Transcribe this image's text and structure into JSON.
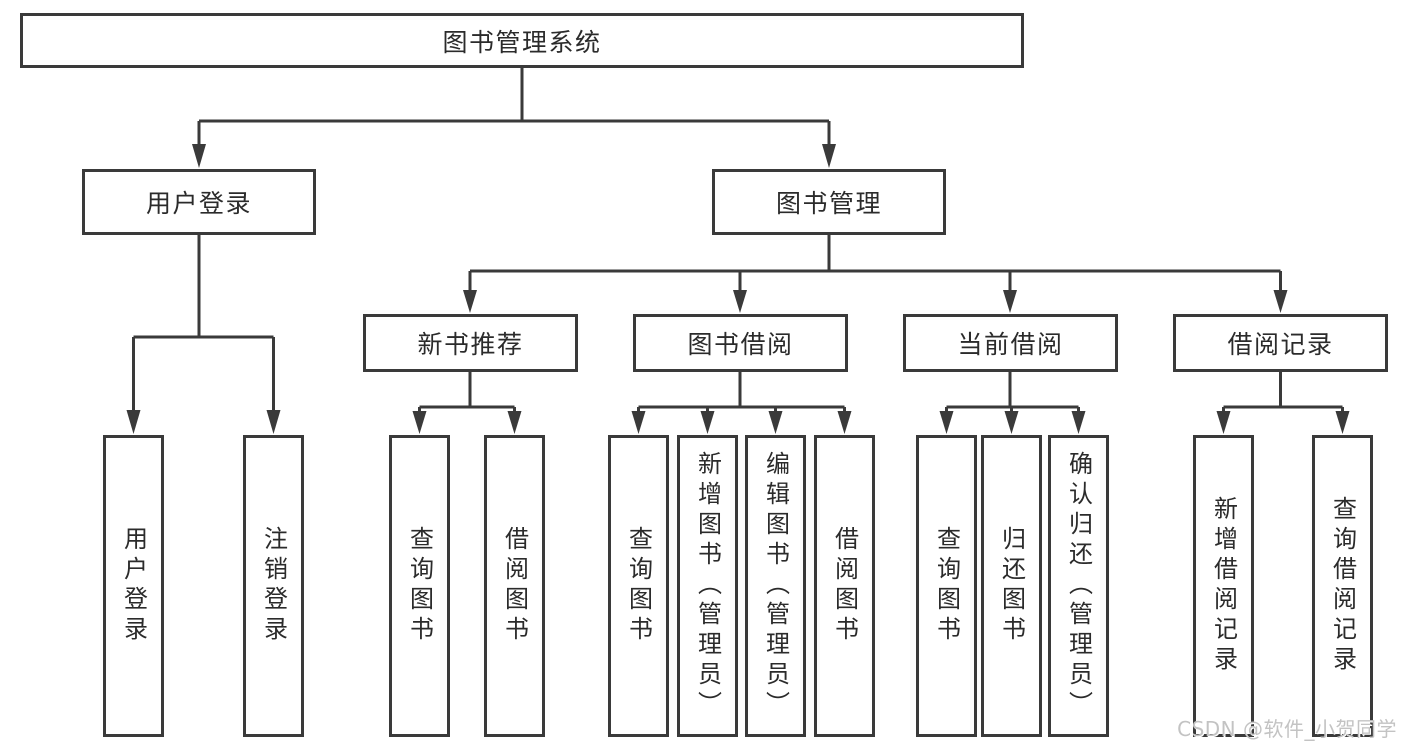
{
  "diagram": {
    "background": "#ffffff",
    "line_color": "#3a3a3a",
    "text_color": "#2b2b2b",
    "watermark": {
      "text": "CSDN @软件_小贺同学",
      "color": "#c3c3c3"
    },
    "root": {
      "label": "图书管理系统"
    },
    "level2": [
      {
        "label": "用户登录",
        "parent": "图书管理系统"
      },
      {
        "label": "图书管理",
        "parent": "图书管理系统"
      }
    ],
    "level3": [
      {
        "label": "新书推荐",
        "parent": "图书管理"
      },
      {
        "label": "图书借阅",
        "parent": "图书管理"
      },
      {
        "label": "当前借阅",
        "parent": "图书管理"
      },
      {
        "label": "借阅记录",
        "parent": "图书管理"
      }
    ],
    "leaves": [
      {
        "label": "用户登录",
        "parent": "用户登录"
      },
      {
        "label": "注销登录",
        "parent": "用户登录"
      },
      {
        "label": "查询图书",
        "parent": "新书推荐"
      },
      {
        "label": "借阅图书",
        "parent": "新书推荐"
      },
      {
        "label": "查询图书",
        "parent": "图书借阅"
      },
      {
        "label": "新增图书（管理员）",
        "parent": "图书借阅"
      },
      {
        "label": "编辑图书（管理员）",
        "parent": "图书借阅"
      },
      {
        "label": "借阅图书",
        "parent": "图书借阅"
      },
      {
        "label": "查询图书",
        "parent": "当前借阅"
      },
      {
        "label": "归还图书",
        "parent": "当前借阅"
      },
      {
        "label": "确认归还（管理员）",
        "parent": "当前借阅"
      },
      {
        "label": "新增借阅记录",
        "parent": "借阅记录"
      },
      {
        "label": "查询借阅记录",
        "parent": "借阅记录"
      }
    ]
  }
}
